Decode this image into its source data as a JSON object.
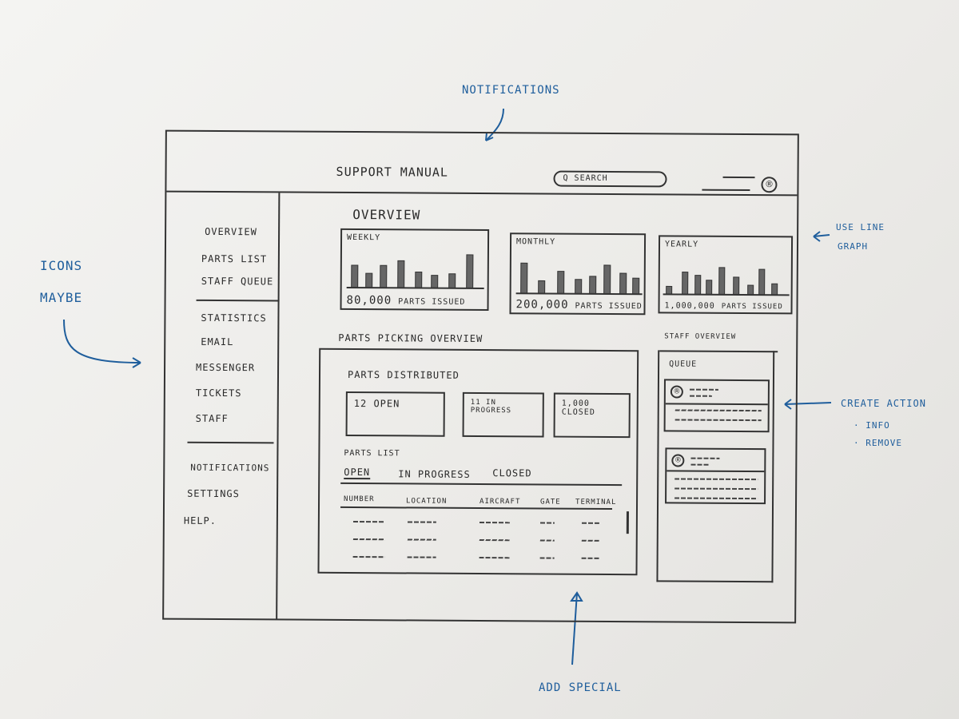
{
  "annotations": {
    "notifications": "NOTIFICATIONS",
    "icons_line1": "ICONS",
    "icons_line2": "MAYBE",
    "line_graph_1": "USE LINE",
    "line_graph_2": "GRAPH",
    "create_action": "CREATE ACTION",
    "action_info": "· INFO",
    "action_remove": "· REMOVE",
    "add_special": "ADD SPECIAL"
  },
  "header": {
    "title": "Support Manual",
    "search_placeholder": "Q SEARCH",
    "avatar_glyph": "®"
  },
  "sidebar": {
    "group1": [
      "Overview",
      "Parts List",
      "Staff Queue"
    ],
    "group2": [
      "Statistics",
      "Email",
      "Messenger",
      "Tickets",
      "Staff"
    ],
    "group3": [
      "Notifications",
      "Settings",
      "Help."
    ]
  },
  "main": {
    "title": "Overview",
    "cards": [
      {
        "label": "Weekly",
        "value": "80,000",
        "caption": "Parts Issued"
      },
      {
        "label": "Monthly",
        "value": "200,000",
        "caption": "Parts Issued"
      },
      {
        "label": "Yearly",
        "value": "1,000,000",
        "caption": "Parts Issued"
      }
    ],
    "picking_title": "Parts Picking Overview",
    "distributed_title": "Parts Distributed",
    "dist_boxes": [
      "12 Open",
      "11 In Progress",
      "1,000 Closed"
    ],
    "parts_list_title": "Parts List",
    "tabs": [
      "Open",
      "In Progress",
      "Closed"
    ],
    "columns": [
      "Number",
      "Location",
      "Aircraft",
      "Gate",
      "Terminal"
    ]
  },
  "staff": {
    "title": "Staff Overview",
    "queue_label": "Queue",
    "avatar_glyph": "®"
  },
  "colors": {
    "ink": "#333333",
    "annotation_blue": "#1f5e9c",
    "paper": "#f0efec"
  }
}
